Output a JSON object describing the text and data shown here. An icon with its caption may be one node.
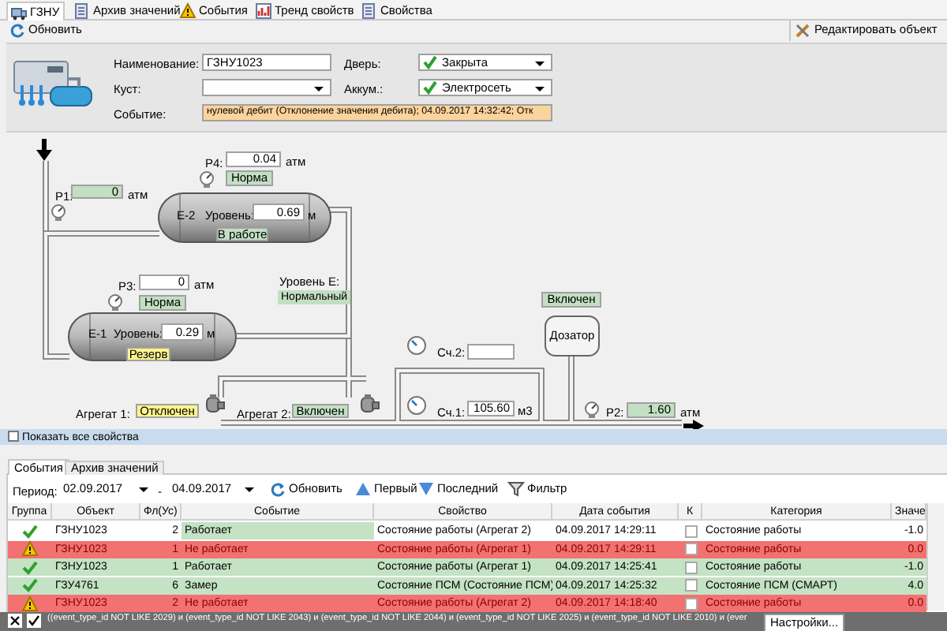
{
  "diagram": {
    "nodes": [
      {
        "text": [
          "E-2",
          "Уровень:",
          "0.69",
          "м",
          "В работе"
        ]
      },
      {
        "text": [
          "E-1",
          "Уровень:",
          "0.29",
          "м",
          "Резерв"
        ]
      },
      {
        "text": [
          "Дозатор"
        ],
        "beside": [
          "Включен"
        ]
      }
    ],
    "edges": [
      {
        "from": 0,
        "to": 1,
        "arrow": "none"
      },
      {
        "from": 0,
        "to": 1,
        "arrow": "none"
      }
    ],
    "labels": [
      "ГЗНУ",
      "Архив значений",
      "События",
      "Тренд свойств",
      "Свойства",
      "Обновить",
      "Редактировать объект",
      "Наименование:",
      "ГЗНУ1023",
      "Дверь:",
      "Закрыта",
      "Куст:",
      "Аккум.:",
      "Электросеть",
      "Событие:",
      "нулевой дебит (Отклонение значения дебита); 04.09.2017 14:32:42; Отк",
      "P4:",
      "0.04",
      "атм",
      "Норма",
      "P1:",
      "0",
      "атм",
      "P3:",
      "0",
      "атм",
      "Норма",
      "Уровень E:",
      "Нормальный",
      "Сч.2:",
      "Агрегат 1:",
      "Отключен",
      "Агрегат 2:",
      "Включен",
      "Сч.1:",
      "105.60",
      "м3",
      "P2:",
      "1.60",
      "атм",
      "Показать все свойства",
      "События",
      "Архив значений",
      "Период:",
      "02.09.2017",
      "-",
      "04.09.2017",
      "Обновить",
      "Первый",
      "Последний",
      "Фильтр",
      "Группа",
      "Объект",
      "Фл(Ус)",
      "Событие",
      "Свойство",
      "Дата события",
      "К",
      "Категория",
      "Значе",
      "ГЗНУ1023",
      "2",
      "Работает",
      "Состояние работы (Агрегат 2)",
      "04.09.2017 14:29:11",
      "Состояние работы",
      "-1.0",
      "ГЗНУ1023",
      "1",
      "Не работает",
      "Состояние работы (Агрегат 1)",
      "04.09.2017 14:29:11",
      "Состояние работы",
      "0.0",
      "ГЗНУ1023",
      "1",
      "Работает",
      "Состояние работы (Агрегат 1)",
      "04.09.2017 14:25:41",
      "Состояние работы",
      "-1.0",
      "ГЗУ4761",
      "6",
      "Замер",
      "Состояние ПСМ (Состояние ПСМ)",
      "04.09.2017 14:25:32",
      "Состояние ПСМ (СМАРТ)",
      "4.0",
      "ГЗНУ1023",
      "2",
      "Не работает",
      "Состояние работы (Агрегат 2)",
      "04.09.2017 14:18:40",
      "Состояние работы",
      "0.0",
      "((event_type_id NOT LIKE 2029) и (event_type_id NOT LIKE 2043) и (event_type_id NOT LIKE 2044) и (event_type_id NOT LIKE 2025) и (event_type_id NOT LIKE 2010) и (ever",
      "Настройки..."
    ]
  }
}
